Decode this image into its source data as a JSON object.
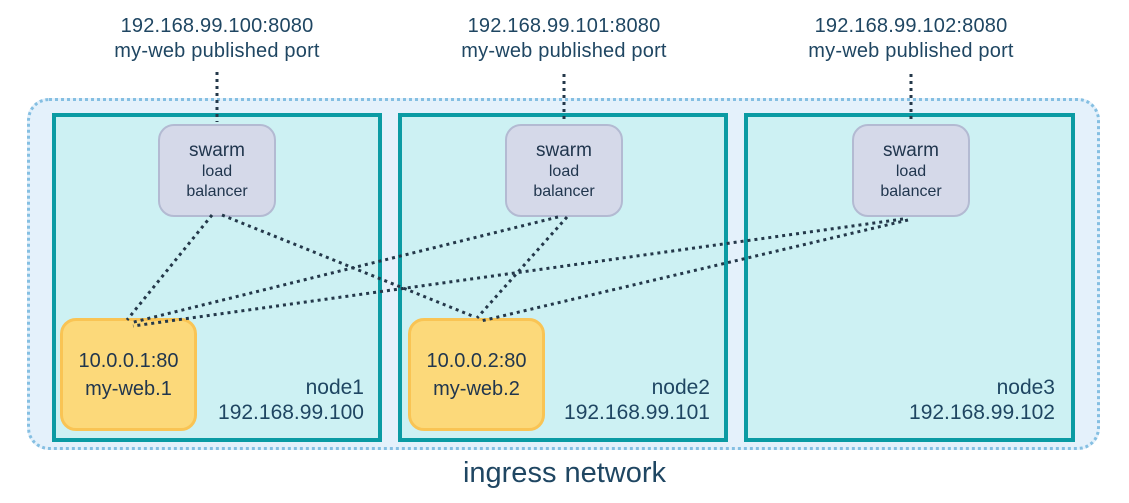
{
  "title": "ingress network",
  "published_ports": [
    {
      "address": "192.168.99.100:8080",
      "caption": "my-web published port"
    },
    {
      "address": "192.168.99.101:8080",
      "caption": "my-web published port"
    },
    {
      "address": "192.168.99.102:8080",
      "caption": "my-web published port"
    }
  ],
  "nodes": [
    {
      "name": "node1",
      "ip": "192.168.99.100",
      "load_balancer": {
        "line1": "swarm",
        "line2": "load",
        "line3": "balancer"
      },
      "task": {
        "address": "10.0.0.1:80",
        "name": "my-web.1"
      }
    },
    {
      "name": "node2",
      "ip": "192.168.99.101",
      "load_balancer": {
        "line1": "swarm",
        "line2": "load",
        "line3": "balancer"
      },
      "task": {
        "address": "10.0.0.2:80",
        "name": "my-web.2"
      }
    },
    {
      "name": "node3",
      "ip": "192.168.99.102",
      "load_balancer": {
        "line1": "swarm",
        "line2": "load",
        "line3": "balancer"
      },
      "task": null
    }
  ],
  "colors": {
    "ingress_fill": "#e4f1fb",
    "ingress_border": "#85bfe2",
    "node_fill": "#cdf1f3",
    "node_border": "#0b9ba3",
    "load_balancer_fill": "#d5d9e9",
    "load_balancer_border": "#b3bad2",
    "task_fill": "#fcd97a",
    "task_border": "#f9c454",
    "text": "#1f4662",
    "wire": "#24384a"
  }
}
